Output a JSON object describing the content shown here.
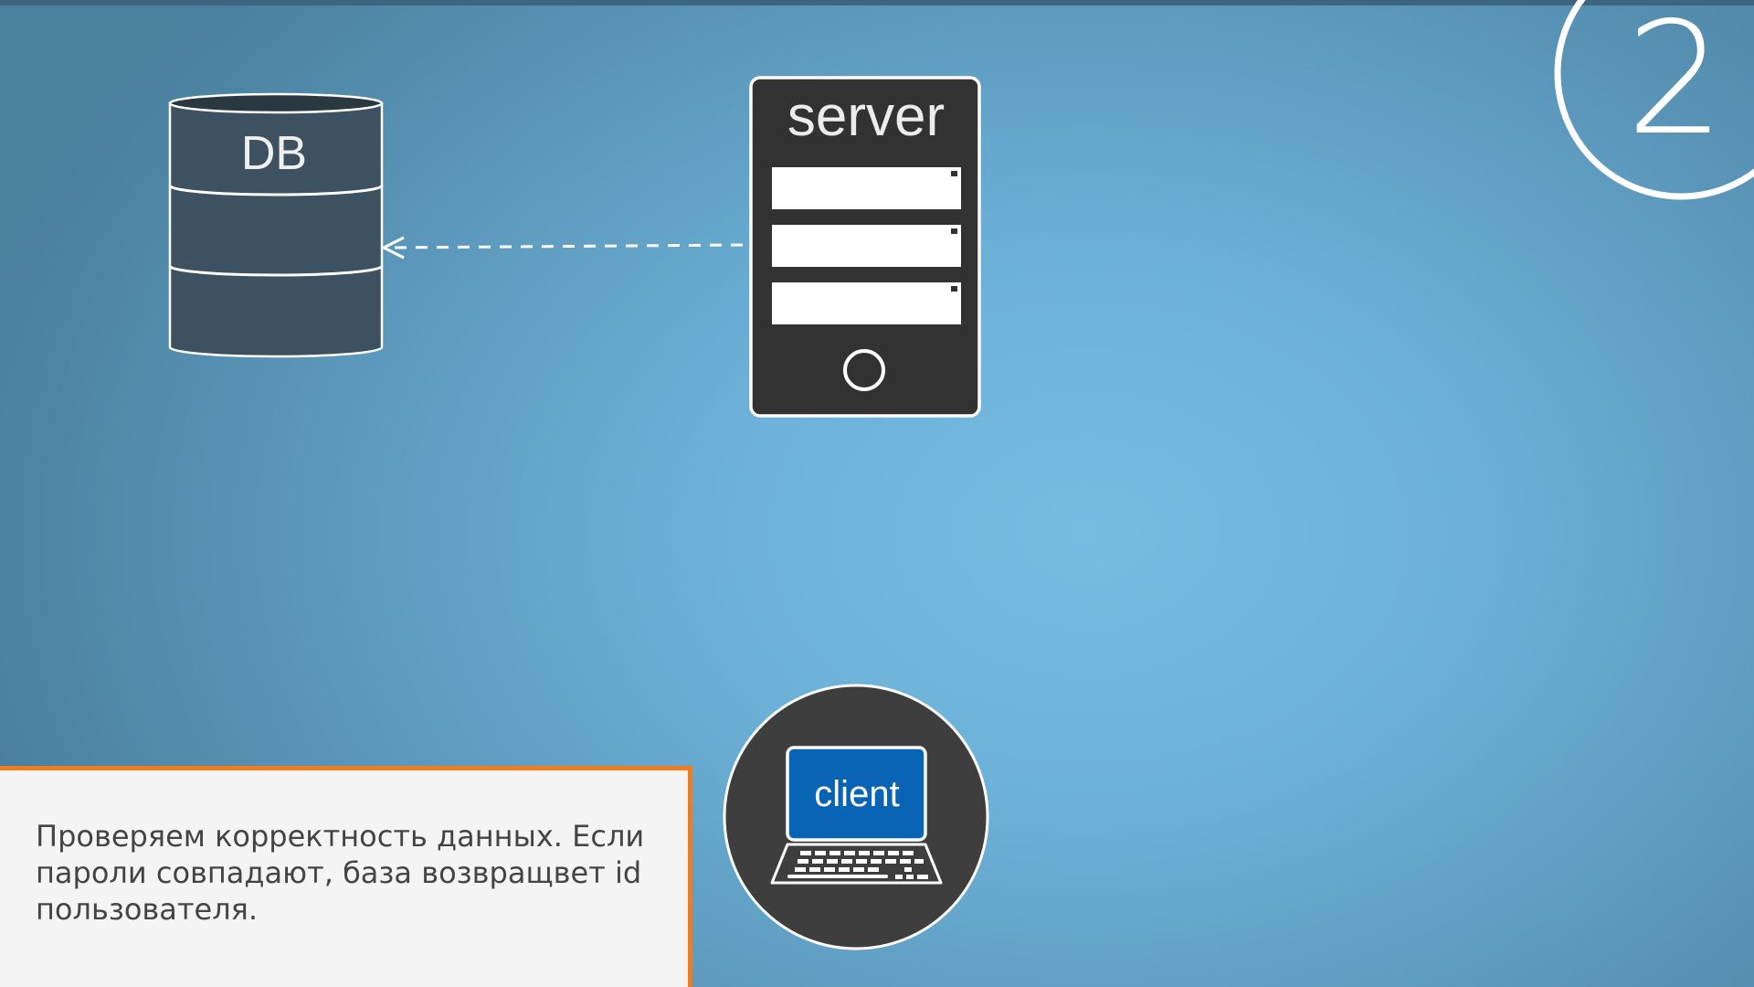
{
  "step": {
    "number": "2"
  },
  "nodes": {
    "db": {
      "label": "DB"
    },
    "server": {
      "label": "server"
    },
    "client": {
      "label": "client"
    }
  },
  "caption": {
    "text": "Проверяем корректность данных. Если пароли совпадают, база возвращвет id пользователя."
  },
  "colors": {
    "background": "#6cb0d7",
    "db_fill": "#3d5160",
    "server_fill": "#323232",
    "client_screen": "#0a64b5",
    "caption_border": "#ef7d1e",
    "caption_background": "#f4f4f4"
  }
}
